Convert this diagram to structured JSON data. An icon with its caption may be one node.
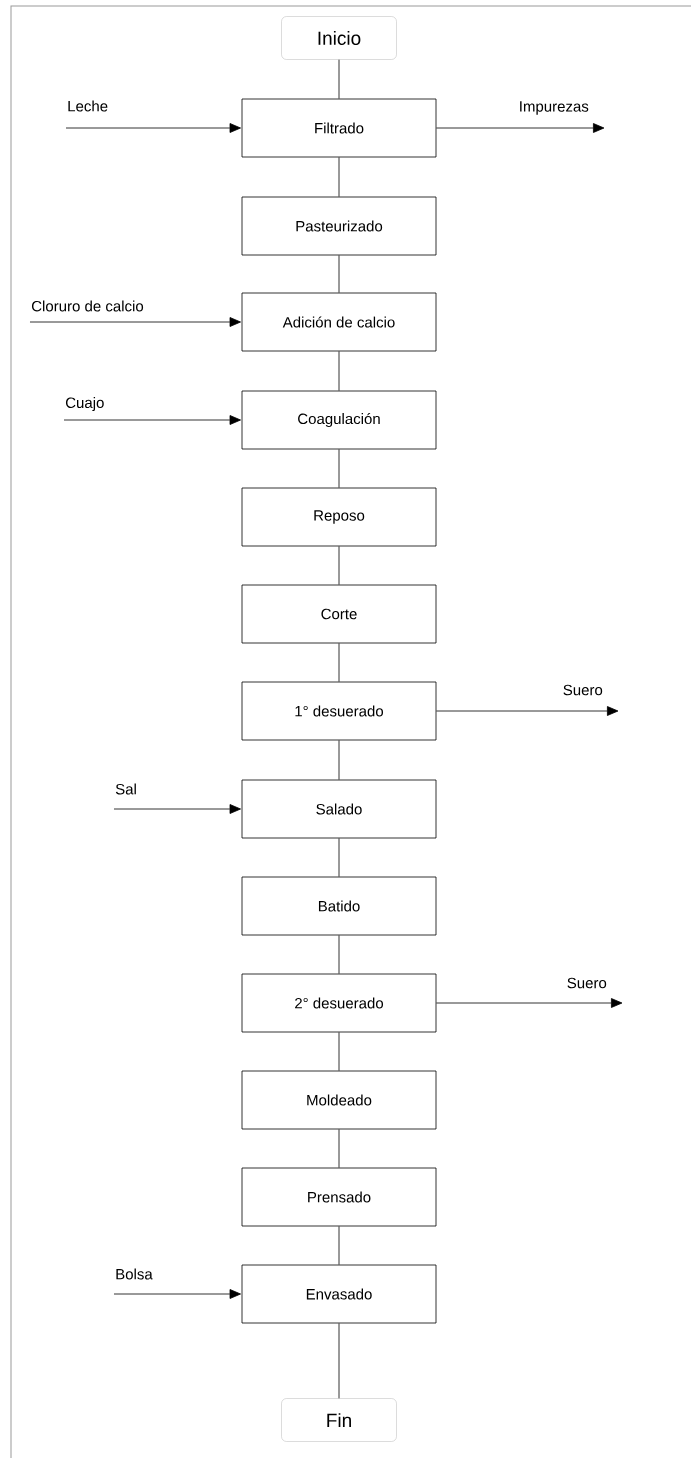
{
  "diagram": {
    "nodes": [
      {
        "text": [
          "Inicio"
        ]
      },
      {
        "text": [
          "Leche"
        ]
      },
      {
        "text": [
          "Filtrado"
        ]
      },
      {
        "text": [
          "Impurezas"
        ]
      },
      {
        "text": [
          "Pasteurizado"
        ]
      },
      {
        "text": [
          "Cloruro de calcio"
        ]
      },
      {
        "text": [
          "Adición de calcio"
        ]
      },
      {
        "text": [
          "Cuajo"
        ]
      },
      {
        "text": [
          "Coagulación"
        ]
      },
      {
        "text": [
          "Reposo"
        ]
      },
      {
        "text": [
          "Corte"
        ]
      },
      {
        "text": [
          "1° desuerado"
        ]
      },
      {
        "text": [
          "Suero"
        ]
      },
      {
        "text": [
          "Sal"
        ]
      },
      {
        "text": [
          "Salado"
        ]
      },
      {
        "text": [
          "Batido"
        ]
      },
      {
        "text": [
          "2° desuerado"
        ]
      },
      {
        "text": [
          "Suero"
        ]
      },
      {
        "text": [
          "Moldeado"
        ]
      },
      {
        "text": [
          "Prensado"
        ]
      },
      {
        "text": [
          "Bolsa"
        ]
      },
      {
        "text": [
          "Envasado"
        ]
      },
      {
        "text": [
          "Fin"
        ]
      }
    ],
    "edges": [
      {
        "from": 0,
        "to": 2,
        "arrow": "none"
      },
      {
        "from": 1,
        "to": 2,
        "arrow": "to"
      },
      {
        "from": 2,
        "to": 3,
        "arrow": "to"
      },
      {
        "from": 2,
        "to": 4,
        "arrow": "none"
      },
      {
        "from": 4,
        "to": 6,
        "arrow": "none"
      },
      {
        "from": 5,
        "to": 6,
        "arrow": "to"
      },
      {
        "from": 6,
        "to": 8,
        "arrow": "none"
      },
      {
        "from": 7,
        "to": 8,
        "arrow": "to"
      },
      {
        "from": 8,
        "to": 9,
        "arrow": "none"
      },
      {
        "from": 9,
        "to": 10,
        "arrow": "none"
      },
      {
        "from": 10,
        "to": 11,
        "arrow": "none"
      },
      {
        "from": 11,
        "to": 12,
        "arrow": "to"
      },
      {
        "from": 11,
        "to": 14,
        "arrow": "none"
      },
      {
        "from": 13,
        "to": 14,
        "arrow": "to"
      },
      {
        "from": 14,
        "to": 15,
        "arrow": "none"
      },
      {
        "from": 15,
        "to": 16,
        "arrow": "none"
      },
      {
        "from": 16,
        "to": 17,
        "arrow": "to"
      },
      {
        "from": 16,
        "to": 18,
        "arrow": "none"
      },
      {
        "from": 18,
        "to": 19,
        "arrow": "none"
      },
      {
        "from": 19,
        "to": 21,
        "arrow": "none"
      },
      {
        "from": 20,
        "to": 21,
        "arrow": "to"
      },
      {
        "from": 21,
        "to": 22,
        "arrow": "none"
      }
    ]
  }
}
